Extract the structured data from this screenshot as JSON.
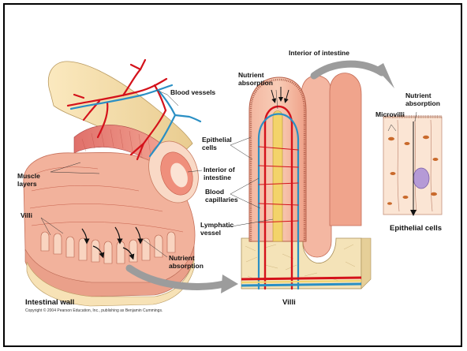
{
  "labels": {
    "blood_vessels": "Blood vessels",
    "muscle_layers_1": "Muscle",
    "muscle_layers_2": "layers",
    "interior_intestine_1": "Interior of",
    "interior_intestine_2": "intestine",
    "villi_left": "Villi",
    "nutrient_absorption_bottom_1": "Nutrient",
    "nutrient_absorption_bottom_2": "absorption",
    "intestinal_wall": "Intestinal wall",
    "interior_of_intestine_top": "Interior of intestine",
    "nutrient_absorption_mid_1": "Nutrient",
    "nutrient_absorption_mid_2": "absorption",
    "epithelial_cells_1": "Epithelial",
    "epithelial_cells_2": "cells",
    "blood_capillaries_1": "Blood",
    "blood_capillaries_2": "capillaries",
    "lymphatic_vessel_1": "Lymphatic",
    "lymphatic_vessel_2": "vessel",
    "villi_center": "Villi",
    "nutrient_absorption_right_1": "Nutrient",
    "nutrient_absorption_right_2": "absorption",
    "microvilli": "Microvilli",
    "epithelial_cells_right": "Epithelial cells"
  },
  "copyright": "Copyright © 2004 Pearson Education, Inc., publishing as Benjamin Cummings.",
  "colors": {
    "artery": "#d4121b",
    "vein": "#2a8fc4",
    "tissue_pink": "#f2a88e",
    "tissue_light": "#f8d3c0",
    "outer_wall": "#f7e5b5",
    "lymph": "#f3d36a",
    "arrow_gray": "#9c9c9c"
  }
}
